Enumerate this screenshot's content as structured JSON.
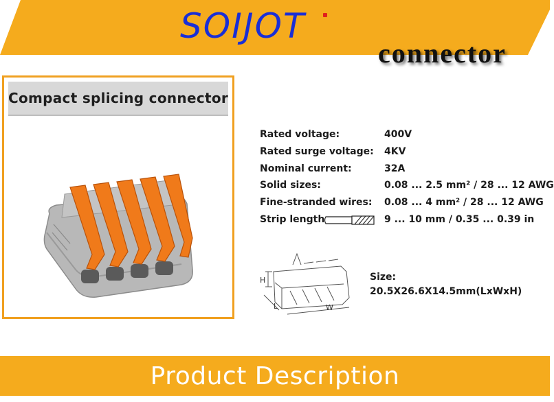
{
  "header": {
    "brand": "SOIJOT",
    "subtitle": "connector",
    "accent_color": "#f5ab1d",
    "brand_color": "#1a2fd6"
  },
  "product_card": {
    "title": "Compact splicing connector",
    "lever_color": "#f07a1a",
    "housing_color": "#b4b4b4"
  },
  "specs": [
    {
      "label": "Rated voltage:",
      "value": "400V"
    },
    {
      "label": "Rated surge voltage:",
      "value": "4KV"
    },
    {
      "label": "Nominal current:",
      "value": "32A"
    },
    {
      "label": "Solid sizes:",
      "value": "0.08 ... 2.5 mm² / 28 ... 12 AWG"
    },
    {
      "label": "Fine-stranded wires:",
      "value": "0.08 ... 4 mm² / 28 ... 12 AWG"
    },
    {
      "label": "Strip length:",
      "value": "9 ... 10 mm / 0.35 ... 0.39 in"
    }
  ],
  "dimensions": {
    "height_label": "H",
    "length_label": "L",
    "width_label": "W",
    "size_label": "Size:",
    "size_value": "20.5X26.6X14.5mm(LxWxH)"
  },
  "footer": {
    "title": "Product Description"
  }
}
